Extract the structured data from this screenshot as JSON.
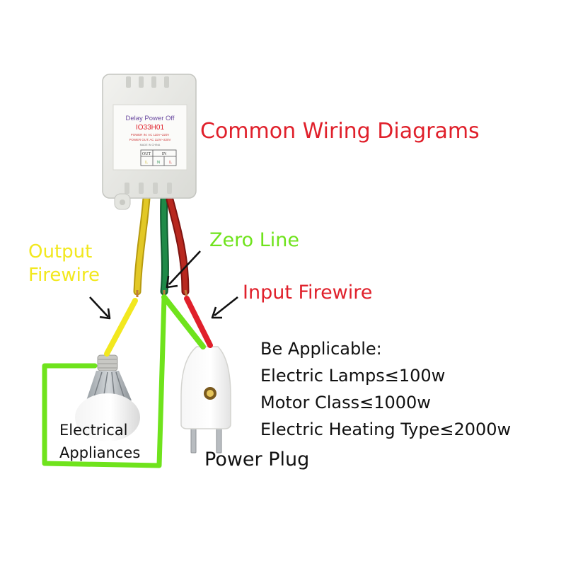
{
  "title": "Common Wiring Diagrams",
  "device": {
    "name": "Delay Power Off",
    "model": "IO33H01",
    "spec_line_1": "POWER IN: AC 110V~220V",
    "spec_line_2": "POWER OUT: AC 110V~220V",
    "made_in": "MADE IN CHINA",
    "terminal_out": "OUT",
    "terminal_in": "IN",
    "terminal_l1": "L",
    "terminal_n": "N",
    "terminal_l2": "L"
  },
  "labels": {
    "output_line_1": "Output",
    "output_line_2": "Firewire",
    "zero_line": "Zero Line",
    "input_firewire": "Input Firewire",
    "appliance_line_1": "Electrical",
    "appliance_line_2": "Appliances",
    "power_plug": "Power Plug"
  },
  "applicable": {
    "heading": "Be Applicable:",
    "items": [
      "Electric Lamps≤100w",
      "Motor Class≤1000w",
      "Electric Heating Type≤2000w"
    ]
  },
  "colors": {
    "title": "#e0202b",
    "output_wire": "#f2e81f",
    "zero_wire": "#6fe31c",
    "input_wire": "#e0202b",
    "text": "#111111"
  }
}
